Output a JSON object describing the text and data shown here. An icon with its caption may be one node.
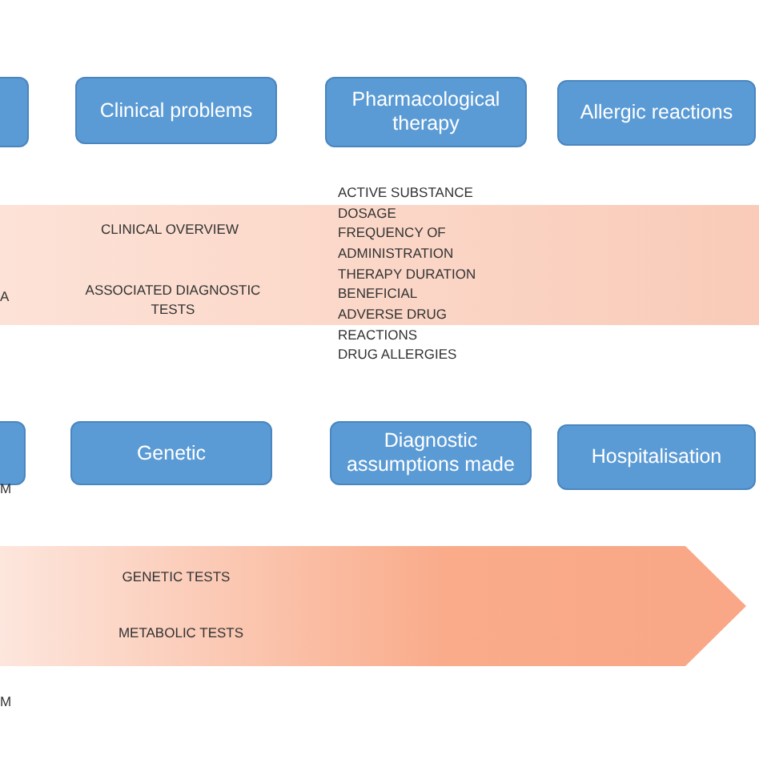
{
  "diagram": {
    "nodes": [
      {
        "text": [],
        "shape": "box"
      },
      {
        "text": [
          "Clinical problems"
        ]
      },
      {
        "text": [
          "Pharmacological therapy"
        ]
      },
      {
        "text": [
          "Allergic reactions"
        ]
      },
      {
        "text": [
          "CLINICAL OVERVIEW",
          "ASSOCIATED DIAGNOSTIC TESTS"
        ]
      },
      {
        "text": [],
        "shape": "box"
      },
      {
        "text": [
          "Genetic"
        ]
      },
      {
        "text": [
          "Diagnostic assumptions made"
        ]
      },
      {
        "text": [
          "Hospitalisation"
        ]
      },
      {
        "text": [
          "GENETIC TESTS",
          "METABOLIC TESTS"
        ]
      }
    ],
    "labels": [
      "ACTIVE SUBSTANCE",
      "DOSAGE",
      "FREQUENCY OF ADMINISTRATION",
      "THERAPY DURATION",
      "BENEFICIAL",
      "ADVERSE DRUG REACTIONS",
      "DRUG ALLERGIES",
      "A",
      "M",
      "M"
    ]
  }
}
